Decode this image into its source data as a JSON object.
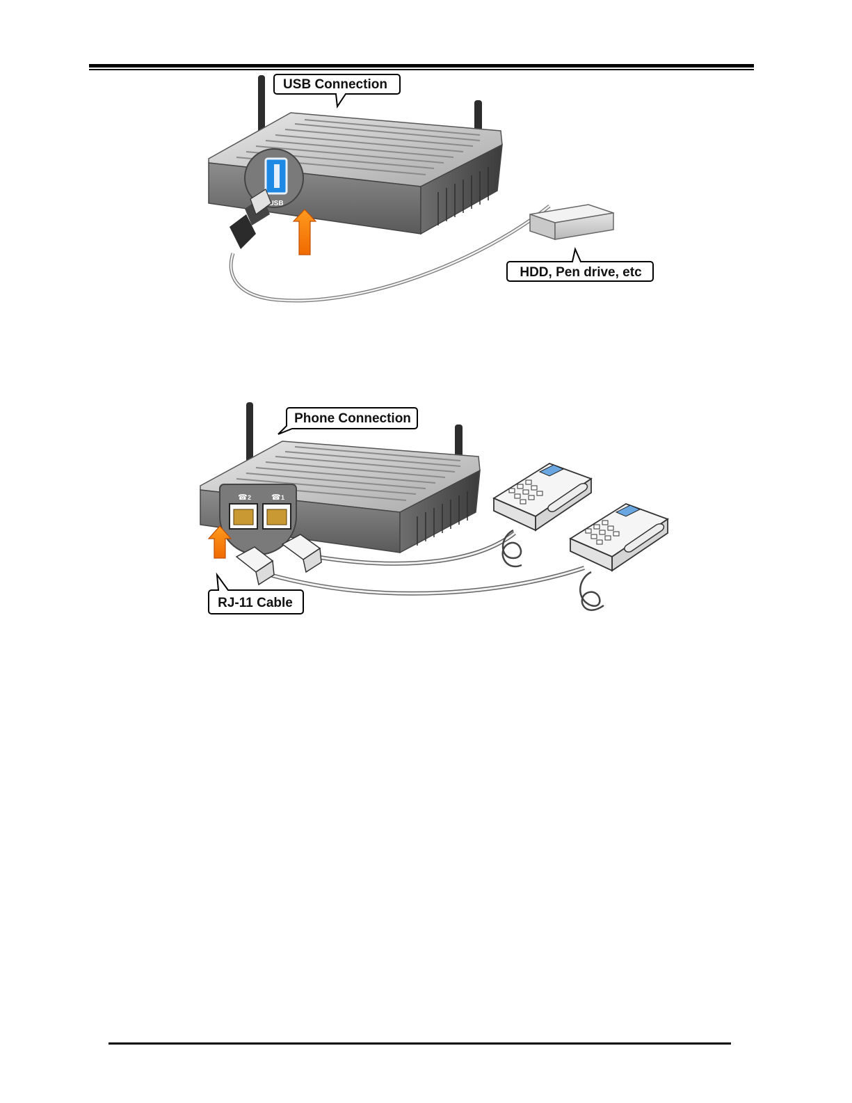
{
  "usb_figure": {
    "callout_label": "USB Connection",
    "port_label": "USB",
    "device_label": "HDD, Pen drive, etc"
  },
  "phone_figure": {
    "callout_label": "Phone Connection",
    "port_2_label": "2",
    "port_1_label": "1",
    "cable_label": "RJ-11 Cable"
  }
}
